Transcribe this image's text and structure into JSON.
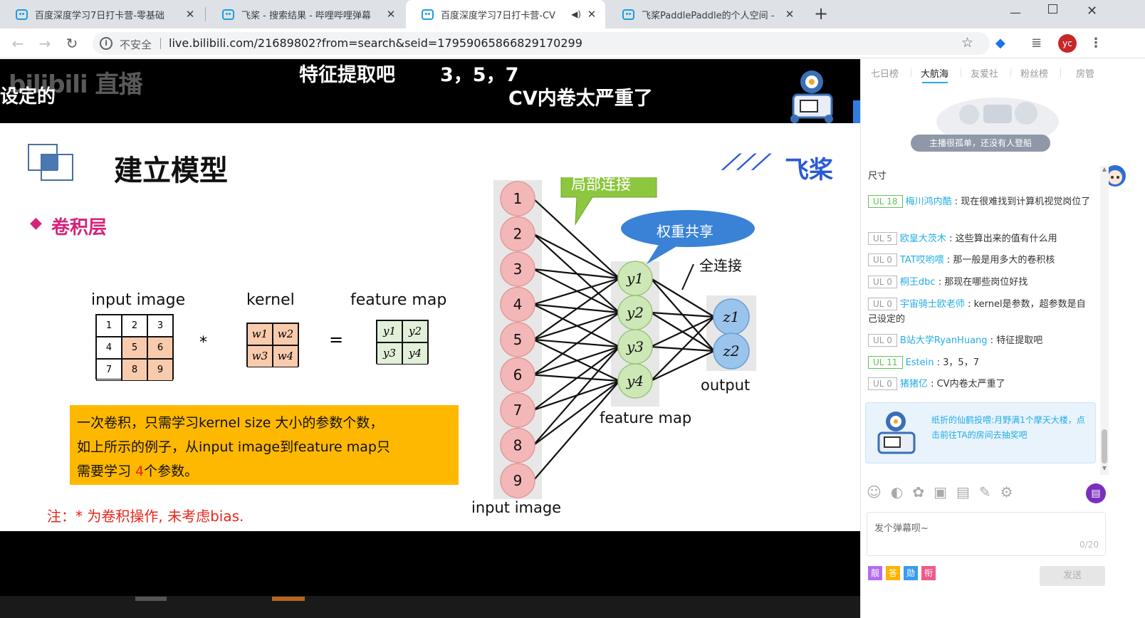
{
  "browser": {
    "tabs": [
      {
        "title": "百度深度学习7日打卡营-零基础"
      },
      {
        "title": "飞桨 - 搜索结果 - 哔哩哔哩弹幕"
      },
      {
        "title": "百度深度学习7日打卡营-CV"
      },
      {
        "title": "飞桨PaddlePaddle的个人空间 -"
      }
    ],
    "new_tab": "+",
    "address": {
      "security": "不安全",
      "url": "live.bilibili.com/21689802?from=search&seid=17959065866829170299"
    },
    "profile_initials": "yc"
  },
  "video": {
    "caption_line1": "特征提取吧",
    "caption_line1b": "3，5，7",
    "caption_line2": "CV内卷太严重了",
    "caption_left": "设定的",
    "watermark": "bilibili 直播",
    "slide": {
      "title": "建立模型",
      "brand": "飞桨",
      "section": "卷积层",
      "input_label": "input image",
      "kernel_label": "kernel",
      "feature_label": "feature map",
      "input_grid": [
        "1",
        "2",
        "3",
        "4",
        "5",
        "6",
        "7",
        "8",
        "9"
      ],
      "kernel_cells": [
        "w1",
        "w2",
        "w3",
        "w4"
      ],
      "feature_cells": [
        "y1",
        "y2",
        "y3",
        "y4"
      ],
      "op_star": "*",
      "op_eq": "=",
      "note_line1": "一次卷积，只需学习kernel size 大小的参数个数，",
      "note_line2": "如上所示的例子，从input image到feature map只",
      "note_line3a": "需要学习 ",
      "note_line3b": "4",
      "note_line3c": "个参数。",
      "footnote": "注：* 为卷积操作, 未考虑bias.",
      "callout_local": "局部连接",
      "callout_share": "权重共享",
      "label_full": "全连接",
      "diagram_input_label": "input image",
      "diagram_feature_label": "feature map",
      "diagram_output_label": "output",
      "input_nodes": [
        "1",
        "2",
        "3",
        "4",
        "5",
        "6",
        "7",
        "8",
        "9"
      ],
      "hidden_nodes": [
        "y1",
        "y2",
        "y3",
        "y4"
      ],
      "output_nodes": [
        "z1",
        "z2"
      ]
    }
  },
  "sidebar": {
    "tabs": [
      "七日榜",
      "大航海",
      "友爱社",
      "粉丝榜",
      "房管"
    ],
    "active_tab": "大航海",
    "banner_text": "主播很孤单，还没有人登船",
    "partial_message": "尺寸",
    "messages": [
      {
        "level": "UL 18",
        "user": "梅川鸿内酷",
        "text": "现在很难找到计算机视觉岗位了"
      },
      {
        "level": "UL 5",
        "user": "欧皇大茨木",
        "text": "这些算出来的值有什么用"
      },
      {
        "level": "UL 0",
        "user": "TAT哎哟喂",
        "text": "那一般是用多大的卷积核"
      },
      {
        "level": "UL 0",
        "user": "桐王dbc",
        "text": "那现在哪些岗位好找"
      },
      {
        "level": "UL 0",
        "user": "宇宙骑士欧老师",
        "text": "kernel是参数，超参数是自己设定的"
      },
      {
        "level": "UL 0",
        "user": "B站大学RyanHuang",
        "text": "特征提取吧"
      },
      {
        "level": "UL 11",
        "user": "Estein",
        "text": "3，5，7"
      },
      {
        "level": "UL 0",
        "user": "猪猪亿",
        "text": "CV内卷太严重了"
      }
    ],
    "gift_notice": {
      "user": "纸折的仙鹤",
      "action": "投喂:",
      "target": "月野满",
      "rest": "1个摩天大楼，点击前往TA的房间去抽奖吧"
    },
    "input_placeholder": "发个弹幕呗~",
    "char_count": "0/20",
    "badges": [
      "靓",
      "答",
      "勋",
      "衔"
    ],
    "send_label": "发送"
  },
  "colors": {
    "accent_blue": "#23ade5",
    "node_pink": "#f4b7b7",
    "node_green": "#cde8b6",
    "node_blue": "#9bc4ec",
    "note_box": "#ffb800",
    "section_magenta": "#d4237a",
    "footnote_red": "#e8261c"
  }
}
